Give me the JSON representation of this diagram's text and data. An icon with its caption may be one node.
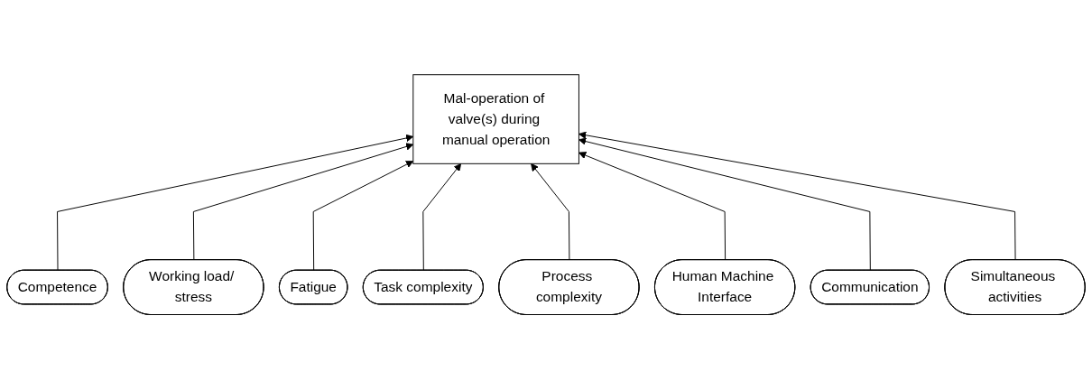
{
  "diagram": {
    "nodes": [
      {
        "text": [
          "Mal-operation of valve(s) during manual operation"
        ]
      },
      {
        "text": [
          "Competence"
        ]
      },
      {
        "text": [
          "Working load/ stress"
        ]
      },
      {
        "text": [
          "Fatigue"
        ]
      },
      {
        "text": [
          "Task complexity"
        ]
      },
      {
        "text": [
          "Process complexity"
        ]
      },
      {
        "text": [
          "Human Machine Interface"
        ]
      },
      {
        "text": [
          "Communication"
        ]
      },
      {
        "text": [
          "Simultaneous activities"
        ]
      }
    ],
    "edges": [
      {
        "from": 1,
        "to": 0,
        "arrow": "to"
      },
      {
        "from": 2,
        "to": 0,
        "arrow": "to"
      },
      {
        "from": 3,
        "to": 0,
        "arrow": "to"
      },
      {
        "from": 4,
        "to": 0,
        "arrow": "to"
      },
      {
        "from": 5,
        "to": 0,
        "arrow": "to"
      },
      {
        "from": 6,
        "to": 0,
        "arrow": "to"
      },
      {
        "from": 7,
        "to": 0,
        "arrow": "to"
      },
      {
        "from": 8,
        "to": 0,
        "arrow": "to"
      }
    ]
  }
}
